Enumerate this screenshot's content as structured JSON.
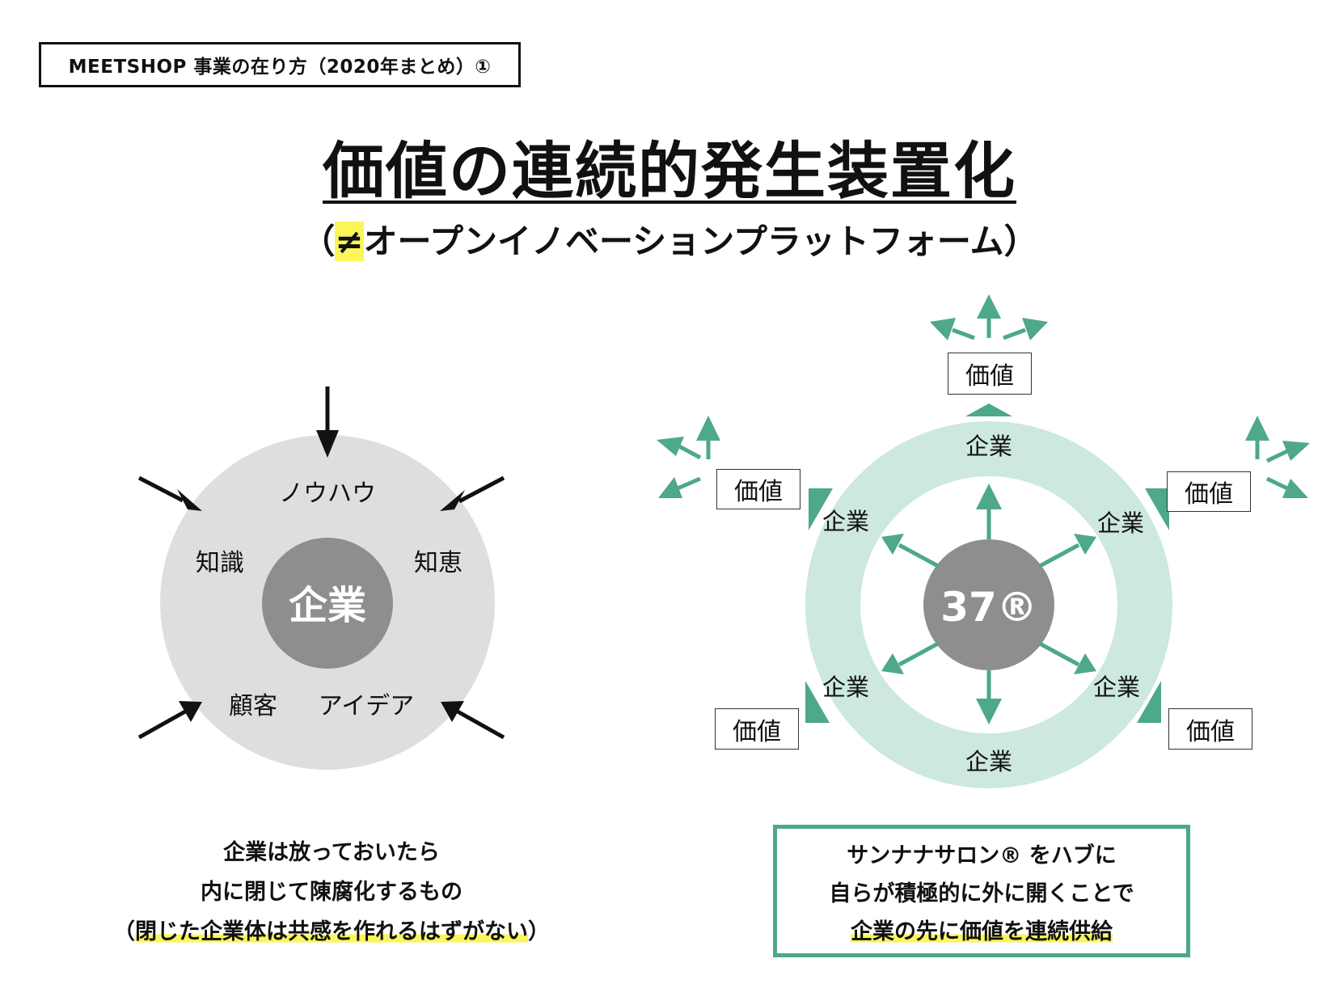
{
  "header": {
    "tag": "MEETSHOP 事業の在り方（2020年まとめ）①",
    "title": "価値の連続的発生装置化",
    "subtitle_open": "（",
    "subtitle_symbol": "≠",
    "subtitle_rest": "オープンイノベーションプラットフォーム）"
  },
  "left_diagram": {
    "center": "企業",
    "labels": {
      "top": "ノウハウ",
      "left": "知識",
      "right": "知恵",
      "bottom_left": "顧客",
      "bottom_right": "アイデア"
    }
  },
  "right_diagram": {
    "center": "37®",
    "ring_labels": {
      "top": "企業",
      "upper_left": "企業",
      "upper_right": "企業",
      "lower_left": "企業",
      "lower_right": "企業",
      "bottom": "企業"
    },
    "value_boxes": {
      "top": "価値",
      "upper_left": "価値",
      "upper_right": "価値",
      "lower_left": "価値",
      "lower_right": "価値"
    }
  },
  "captions": {
    "left_line1": "企業は放っておいたら",
    "left_line2": "内に閉じて陳腐化するもの",
    "left_line3_open": "（",
    "left_line3_highlight": "閉じた企業体は共感を作れるはずがない",
    "left_line3_close": "）",
    "right_line1": "サンナナサロン® をハブに",
    "right_line2": "自らが積極的に外に開くことで",
    "right_line3": "企業の先に価値を連続供給"
  },
  "colors": {
    "grey_disc": "#dedede",
    "center_disc": "#8e8e8e",
    "ring": "#cde8dd",
    "accent_green": "#4ea88a",
    "highlight": "#fbf55a"
  }
}
